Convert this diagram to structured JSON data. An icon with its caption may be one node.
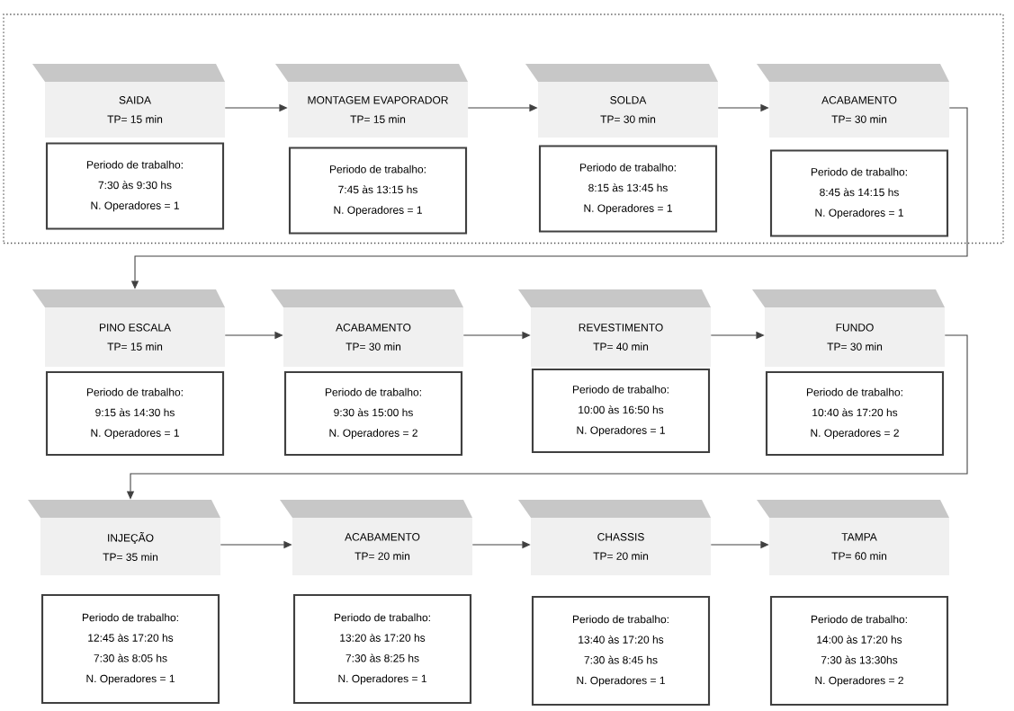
{
  "diagram": {
    "nodes": [
      {
        "text": [],
        "shape": "box"
      },
      {
        "text": [
          "SAIDA",
          "TP= 15 min"
        ],
        "in": 0
      },
      {
        "text": [
          "Periodo de trabalho:",
          "7:30 às 9:30 hs",
          "N. Operadores = 1"
        ],
        "in": 0
      },
      {
        "text": [
          "MONTAGEM EVAPORADOR",
          "TP= 15 min"
        ],
        "in": 0
      },
      {
        "text": [
          "Periodo de trabalho:",
          "7:45 às 13:15 hs",
          "N. Operadores = 1"
        ],
        "in": 0
      },
      {
        "text": [
          "SOLDA",
          "TP= 30 min"
        ],
        "in": 0
      },
      {
        "text": [
          "Periodo de trabalho:",
          "8:15 às 13:45 hs",
          "N. Operadores = 1"
        ],
        "in": 0
      },
      {
        "text": [
          "ACABAMENTO",
          "TP= 30 min"
        ],
        "in": 0
      },
      {
        "text": [
          "Periodo de trabalho:",
          "8:45 às 14:15 hs",
          "N. Operadores = 1"
        ],
        "in": 0
      },
      {
        "text": [
          "PINO ESCALA",
          "TP= 15 min"
        ]
      },
      {
        "text": [
          "Periodo de trabalho:",
          "9:15 às 14:30 hs",
          "N. Operadores = 1"
        ]
      },
      {
        "text": [
          "ACABAMENTO",
          "TP= 30 min"
        ]
      },
      {
        "text": [
          "Periodo de trabalho:",
          "9:30 às 15:00 hs",
          "N. Operadores = 2"
        ]
      },
      {
        "text": [
          "REVESTIMENTO",
          "TP= 40 min"
        ]
      },
      {
        "text": [
          "Periodo de trabalho:",
          "10:00 às 16:50 hs",
          "N. Operadores = 1"
        ]
      },
      {
        "text": [
          "FUNDO",
          "TP= 30 min"
        ]
      },
      {
        "text": [
          "Periodo de trabalho:",
          "10:40 às 17:20 hs",
          "N. Operadores = 2"
        ]
      },
      {
        "text": [
          "INJEÇÃO",
          "TP= 35 min"
        ]
      },
      {
        "text": [
          "Periodo de trabalho:",
          "12:45 às 17:20 hs",
          "7:30 às 8:05 hs",
          "N. Operadores = 1"
        ]
      },
      {
        "text": [
          "ACABAMENTO",
          "TP= 20 min"
        ]
      },
      {
        "text": [
          "Periodo de trabalho:",
          "13:20 às 17:20 hs",
          "7:30 às 8:25 hs",
          "N. Operadores = 1"
        ]
      },
      {
        "text": [
          "CHASSIS",
          "TP= 20 min"
        ]
      },
      {
        "text": [
          "Periodo de trabalho:",
          "13:40 às 17:20 hs",
          "7:30 às 8:45 hs",
          "N. Operadores = 1"
        ]
      },
      {
        "text": [
          "TAMPA",
          "TP= 60 min"
        ]
      },
      {
        "text": [
          "Periodo de trabalho:",
          "14:00 às 17:20 hs",
          "7:30 às 13:30hs",
          "N. Operadores = 2"
        ]
      }
    ],
    "edges": [
      {
        "from": 1,
        "to": 3,
        "arrow": "to"
      },
      {
        "from": 3,
        "to": 5,
        "arrow": "to"
      },
      {
        "from": 5,
        "to": 7,
        "arrow": "to"
      },
      {
        "from": 7,
        "to": 9,
        "arrow": "to"
      },
      {
        "from": 9,
        "to": 11,
        "arrow": "to"
      },
      {
        "from": 11,
        "to": 13,
        "arrow": "to"
      },
      {
        "from": 13,
        "to": 15,
        "arrow": "to"
      },
      {
        "from": 15,
        "to": 17,
        "arrow": "to"
      },
      {
        "from": 17,
        "to": 19,
        "arrow": "to"
      },
      {
        "from": 19,
        "to": 21,
        "arrow": "to"
      },
      {
        "from": 21,
        "to": 23,
        "arrow": "to"
      }
    ]
  }
}
